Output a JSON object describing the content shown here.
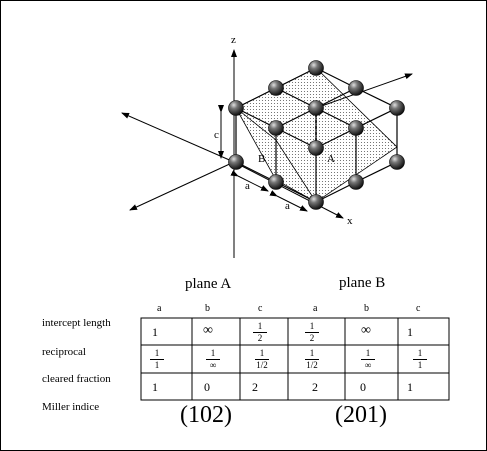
{
  "diagram": {
    "axes": {
      "x": "x",
      "z": "z"
    },
    "dims": {
      "a": "a",
      "c": "c"
    },
    "planes": {
      "A": "A",
      "B": "B"
    }
  },
  "table": {
    "plane_a_title": "plane A",
    "plane_b_title": "plane B",
    "col_headers_a": [
      "a",
      "b",
      "c"
    ],
    "col_headers_b": [
      "a",
      "b",
      "c"
    ],
    "row_labels": [
      "intercept length",
      "reciprocal",
      "cleared fraction",
      "Miller indice"
    ],
    "intercept": {
      "a": [
        "1",
        "∞",
        {
          "num": "1",
          "den": "2"
        }
      ],
      "b": [
        {
          "num": "1",
          "den": "2"
        },
        "∞",
        "1"
      ]
    },
    "reciprocal": {
      "a": [
        {
          "num": "1",
          "den": "1"
        },
        {
          "num": "1",
          "den": "∞"
        },
        {
          "num": "1",
          "den": "1/2"
        }
      ],
      "b": [
        {
          "num": "1",
          "den": "1/2"
        },
        {
          "num": "1",
          "den": "∞"
        },
        {
          "num": "1",
          "den": "1"
        }
      ]
    },
    "cleared": {
      "a": [
        "1",
        "0",
        "2"
      ],
      "b": [
        "2",
        "0",
        "1"
      ]
    },
    "miller": {
      "a": "(102)",
      "b": "(201)"
    }
  }
}
